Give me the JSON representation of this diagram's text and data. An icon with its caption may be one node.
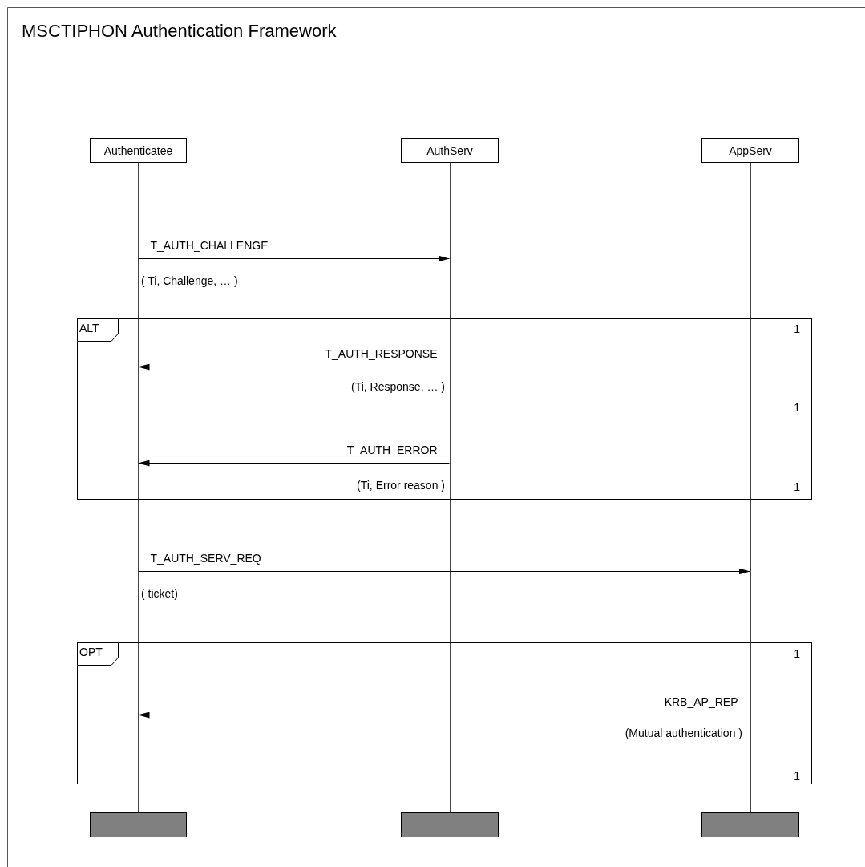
{
  "diagram": {
    "title": "MSCTIPHON Authentication Framework",
    "nodes": [
      {
        "text": [
          "Authenticatee"
        ]
      },
      {
        "text": [
          "AuthServ"
        ]
      },
      {
        "text": [
          "AppServ"
        ]
      },
      {
        "text": [],
        "shape": "line"
      },
      {
        "text": [],
        "shape": "line"
      },
      {
        "text": [],
        "shape": "line"
      },
      {
        "text": [
          "ALT"
        ]
      },
      {
        "text": [
          "OPT"
        ]
      },
      {
        "text": [],
        "shape": "bar"
      },
      {
        "text": [],
        "shape": "bar"
      },
      {
        "text": [],
        "shape": "bar"
      }
    ],
    "edges": [
      {
        "from": 3,
        "to": 4,
        "arrow": "to",
        "label": "T_AUTH_CHALLENGE"
      },
      {
        "from": 4,
        "to": 3,
        "arrow": "to",
        "label": "T_AUTH_RESPONSE"
      },
      {
        "from": 4,
        "to": 3,
        "arrow": "to",
        "label": "T_AUTH_ERROR"
      },
      {
        "from": 3,
        "to": 5,
        "arrow": "to",
        "label": "T_AUTH_SERV_REQ"
      },
      {
        "from": 5,
        "to": 3,
        "arrow": "to",
        "label": "KRB_AP_REP"
      }
    ],
    "labels": [
      "( Ti, Challenge, … )",
      "1",
      "(Ti, Response, … )",
      "1",
      "(Ti, Error reason )",
      "1",
      "( ticket)",
      "1",
      "(Mutual authentication )",
      "1"
    ]
  }
}
